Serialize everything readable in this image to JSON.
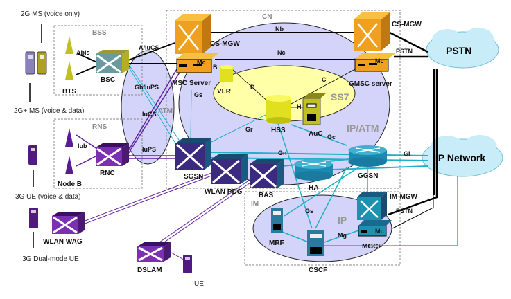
{
  "terminals": {
    "ms_2g": "2G MS (voice only)",
    "ms_2g_plus": "2G+ MS (voice & data)",
    "ue_3g": "3G UE (voice & data)",
    "ue_3g_dual": "3G Dual-mode UE",
    "ue": "UE"
  },
  "groups": {
    "bss": "BSS",
    "rns": "RNS",
    "cn": "CN",
    "im": "IM",
    "atm": "ATM",
    "ip_atm": "IP/ATM",
    "ss7": "SS7",
    "ip": "IP"
  },
  "nodes": {
    "bts": "BTS",
    "bsc": "BSC",
    "node_b": "Node B",
    "rnc": "RNC",
    "cs_mgw_1": "CS-MGW",
    "msc_server": "MSC Server",
    "vlr": "VLR",
    "cs_mgw_2": "CS-MGW",
    "gmsc_server": "GMSC server",
    "hss": "HSS",
    "auc": "AuC",
    "sgsn": "SGSN",
    "wlan_pdg": "WLAN PDG",
    "bas": "BAS",
    "ha": "HA",
    "ggsn": "GGSN",
    "mrf": "MRF",
    "cscf": "CSCF",
    "im_mgw": "IM-MGW",
    "mgcf": "MGCF",
    "wlan_wag": "WLAN WAG",
    "dslam": "DSLAM"
  },
  "clouds": {
    "pstn": "PSTN",
    "ip_network": "IP Network"
  },
  "interfaces": {
    "abis": "Abis",
    "iub": "Iub",
    "a_iucs": "A/IuCS",
    "gb_iups": "Gb/IuPS",
    "iucs": "IuCS",
    "iups": "IuPS",
    "nb": "Nb",
    "nc": "Nc",
    "mc1": "Mc",
    "mc2": "Mc",
    "mc3": "Mc",
    "b": "B",
    "d": "D",
    "c": "C",
    "h": "H",
    "gs": "Gs",
    "gr": "Gr",
    "gc": "Gc",
    "gn": "Gn",
    "gi": "Gi",
    "pstn1": "PSTN",
    "pstn2": "PSTN",
    "gs_im": "Gs",
    "mg": "Mg"
  },
  "colors": {
    "cs": "#f0a020",
    "ps": "#1a5f80",
    "access": "#5a1a90",
    "ss7": "#ffffa0",
    "ellipse": "#d0d0f8",
    "cloud": "#c8ecf8"
  }
}
